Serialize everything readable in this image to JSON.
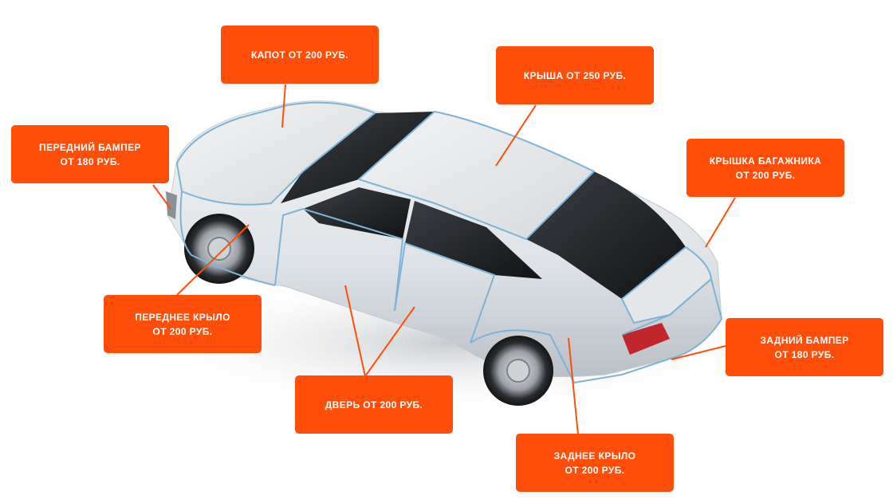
{
  "colors": {
    "accent": "#ff4e0a",
    "outline": "#7fb3d6",
    "leader": "#ff4e0a"
  },
  "labels": {
    "hood": "КАПОТ ОТ 200 РУБ.",
    "roof": "КРЫША ОТ 250 РУБ.",
    "front_bumper": [
      "ПЕРЕДНИЙ БАМПЕР",
      "ОТ 180 РУБ."
    ],
    "trunk_lid": [
      "КРЫШКА БАГАЖНИКА",
      "ОТ 200 РУБ."
    ],
    "front_fender": [
      "ПЕРЕДНЕЕ КРЫЛО",
      "ОТ 200 РУБ."
    ],
    "rear_bumper": [
      "ЗАДНИЙ БАМПЕР",
      "ОТ 180 РУБ."
    ],
    "door": "ДВЕРЬ ОТ 200 РУБ.",
    "rear_fender": [
      "ЗАДНЕЕ КРЫЛО",
      "ОТ 200 РУБ."
    ]
  }
}
